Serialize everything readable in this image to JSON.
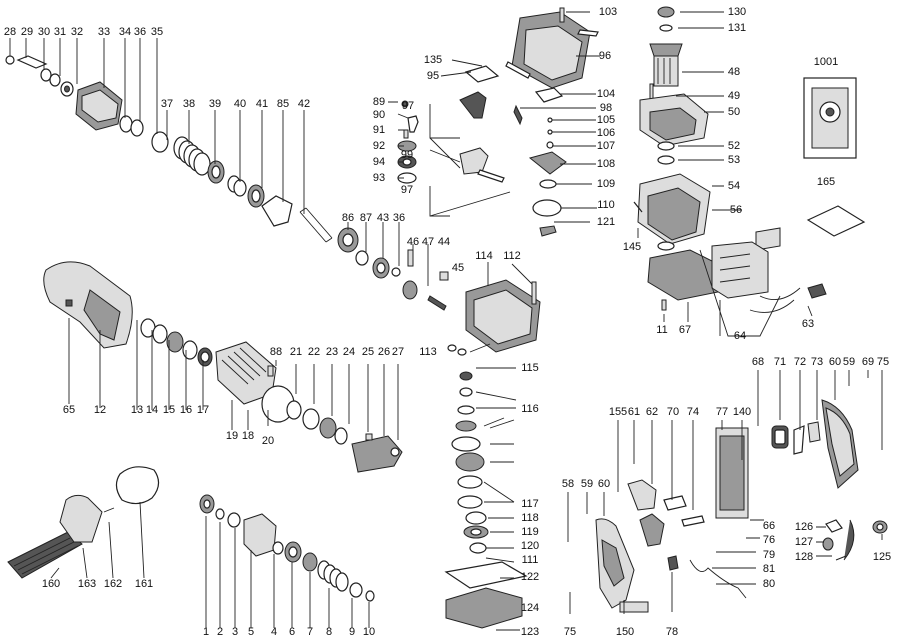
{
  "diagram": {
    "labels": [
      {
        "id": "28",
        "text": "28"
      },
      {
        "id": "29",
        "text": "29"
      },
      {
        "id": "30",
        "text": "30"
      },
      {
        "id": "31",
        "text": "31"
      },
      {
        "id": "32",
        "text": "32"
      },
      {
        "id": "33",
        "text": "33"
      },
      {
        "id": "34",
        "text": "34"
      },
      {
        "id": "36a",
        "text": "36"
      },
      {
        "id": "35",
        "text": "35"
      },
      {
        "id": "37",
        "text": "37"
      },
      {
        "id": "38",
        "text": "38"
      },
      {
        "id": "39",
        "text": "39"
      },
      {
        "id": "40",
        "text": "40"
      },
      {
        "id": "41",
        "text": "41"
      },
      {
        "id": "85",
        "text": "85"
      },
      {
        "id": "42",
        "text": "42"
      },
      {
        "id": "86",
        "text": "86"
      },
      {
        "id": "87",
        "text": "87"
      },
      {
        "id": "43",
        "text": "43"
      },
      {
        "id": "36b",
        "text": "36"
      },
      {
        "id": "46",
        "text": "46"
      },
      {
        "id": "47",
        "text": "47"
      },
      {
        "id": "44",
        "text": "44"
      },
      {
        "id": "45",
        "text": "45"
      },
      {
        "id": "65",
        "text": "65"
      },
      {
        "id": "12",
        "text": "12"
      },
      {
        "id": "13",
        "text": "13"
      },
      {
        "id": "14",
        "text": "14"
      },
      {
        "id": "15",
        "text": "15"
      },
      {
        "id": "16",
        "text": "16"
      },
      {
        "id": "17",
        "text": "17"
      },
      {
        "id": "19",
        "text": "19"
      },
      {
        "id": "18",
        "text": "18"
      },
      {
        "id": "20",
        "text": "20"
      },
      {
        "id": "88",
        "text": "88"
      },
      {
        "id": "21",
        "text": "21"
      },
      {
        "id": "22",
        "text": "22"
      },
      {
        "id": "23",
        "text": "23"
      },
      {
        "id": "24",
        "text": "24"
      },
      {
        "id": "25",
        "text": "25"
      },
      {
        "id": "26",
        "text": "26"
      },
      {
        "id": "27",
        "text": "27"
      },
      {
        "id": "160",
        "text": "160"
      },
      {
        "id": "163",
        "text": "163"
      },
      {
        "id": "162",
        "text": "162"
      },
      {
        "id": "161",
        "text": "161"
      },
      {
        "id": "1",
        "text": "1"
      },
      {
        "id": "2",
        "text": "2"
      },
      {
        "id": "3",
        "text": "3"
      },
      {
        "id": "5",
        "text": "5"
      },
      {
        "id": "4",
        "text": "4"
      },
      {
        "id": "6",
        "text": "6"
      },
      {
        "id": "7",
        "text": "7"
      },
      {
        "id": "8",
        "text": "8"
      },
      {
        "id": "9",
        "text": "9"
      },
      {
        "id": "10",
        "text": "10"
      },
      {
        "id": "103",
        "text": "103"
      },
      {
        "id": "96",
        "text": "96"
      },
      {
        "id": "135",
        "text": "135"
      },
      {
        "id": "95",
        "text": "95"
      },
      {
        "id": "89",
        "text": "89"
      },
      {
        "id": "97a",
        "text": "97"
      },
      {
        "id": "90",
        "text": "90"
      },
      {
        "id": "91",
        "text": "91"
      },
      {
        "id": "92",
        "text": "92"
      },
      {
        "id": "94",
        "text": "94"
      },
      {
        "id": "93",
        "text": "93"
      },
      {
        "id": "99",
        "text": "99"
      },
      {
        "id": "97b",
        "text": "97"
      },
      {
        "id": "104",
        "text": "104"
      },
      {
        "id": "98",
        "text": "98"
      },
      {
        "id": "105",
        "text": "105"
      },
      {
        "id": "106",
        "text": "106"
      },
      {
        "id": "107",
        "text": "107"
      },
      {
        "id": "108",
        "text": "108"
      },
      {
        "id": "109",
        "text": "109"
      },
      {
        "id": "110",
        "text": "110"
      },
      {
        "id": "121",
        "text": "121"
      },
      {
        "id": "114",
        "text": "114"
      },
      {
        "id": "112",
        "text": "112"
      },
      {
        "id": "113",
        "text": "113"
      },
      {
        "id": "115",
        "text": "115"
      },
      {
        "id": "116",
        "text": "116"
      },
      {
        "id": "117",
        "text": "117"
      },
      {
        "id": "118",
        "text": "118"
      },
      {
        "id": "119",
        "text": "119"
      },
      {
        "id": "120",
        "text": "120"
      },
      {
        "id": "111",
        "text": "111"
      },
      {
        "id": "122",
        "text": "122"
      },
      {
        "id": "124",
        "text": "124"
      },
      {
        "id": "123",
        "text": "123"
      },
      {
        "id": "130",
        "text": "130"
      },
      {
        "id": "131",
        "text": "131"
      },
      {
        "id": "48",
        "text": "48"
      },
      {
        "id": "49",
        "text": "49"
      },
      {
        "id": "50",
        "text": "50"
      },
      {
        "id": "52",
        "text": "52"
      },
      {
        "id": "53",
        "text": "53"
      },
      {
        "id": "54",
        "text": "54"
      },
      {
        "id": "56",
        "text": "56"
      },
      {
        "id": "145",
        "text": "145"
      },
      {
        "id": "1001",
        "text": "1001"
      },
      {
        "id": "165",
        "text": "165"
      },
      {
        "id": "11",
        "text": "11"
      },
      {
        "id": "67",
        "text": "67"
      },
      {
        "id": "64",
        "text": "64"
      },
      {
        "id": "63",
        "text": "63"
      },
      {
        "id": "68",
        "text": "68"
      },
      {
        "id": "71",
        "text": "71"
      },
      {
        "id": "72",
        "text": "72"
      },
      {
        "id": "73",
        "text": "73"
      },
      {
        "id": "60a",
        "text": "60"
      },
      {
        "id": "59a",
        "text": "59"
      },
      {
        "id": "69",
        "text": "69"
      },
      {
        "id": "75a",
        "text": "75"
      },
      {
        "id": "155",
        "text": "155"
      },
      {
        "id": "61",
        "text": "61"
      },
      {
        "id": "62",
        "text": "62"
      },
      {
        "id": "70",
        "text": "70"
      },
      {
        "id": "74",
        "text": "74"
      },
      {
        "id": "77",
        "text": "77"
      },
      {
        "id": "140",
        "text": "140"
      },
      {
        "id": "58",
        "text": "58"
      },
      {
        "id": "59b",
        "text": "59"
      },
      {
        "id": "60b",
        "text": "60"
      },
      {
        "id": "66",
        "text": "66"
      },
      {
        "id": "76",
        "text": "76"
      },
      {
        "id": "79",
        "text": "79"
      },
      {
        "id": "81",
        "text": "81"
      },
      {
        "id": "80",
        "text": "80"
      },
      {
        "id": "75b",
        "text": "75"
      },
      {
        "id": "150",
        "text": "150"
      },
      {
        "id": "78",
        "text": "78"
      },
      {
        "id": "126",
        "text": "126"
      },
      {
        "id": "127",
        "text": "127"
      },
      {
        "id": "128",
        "text": "128"
      },
      {
        "id": "125",
        "text": "125"
      }
    ]
  }
}
